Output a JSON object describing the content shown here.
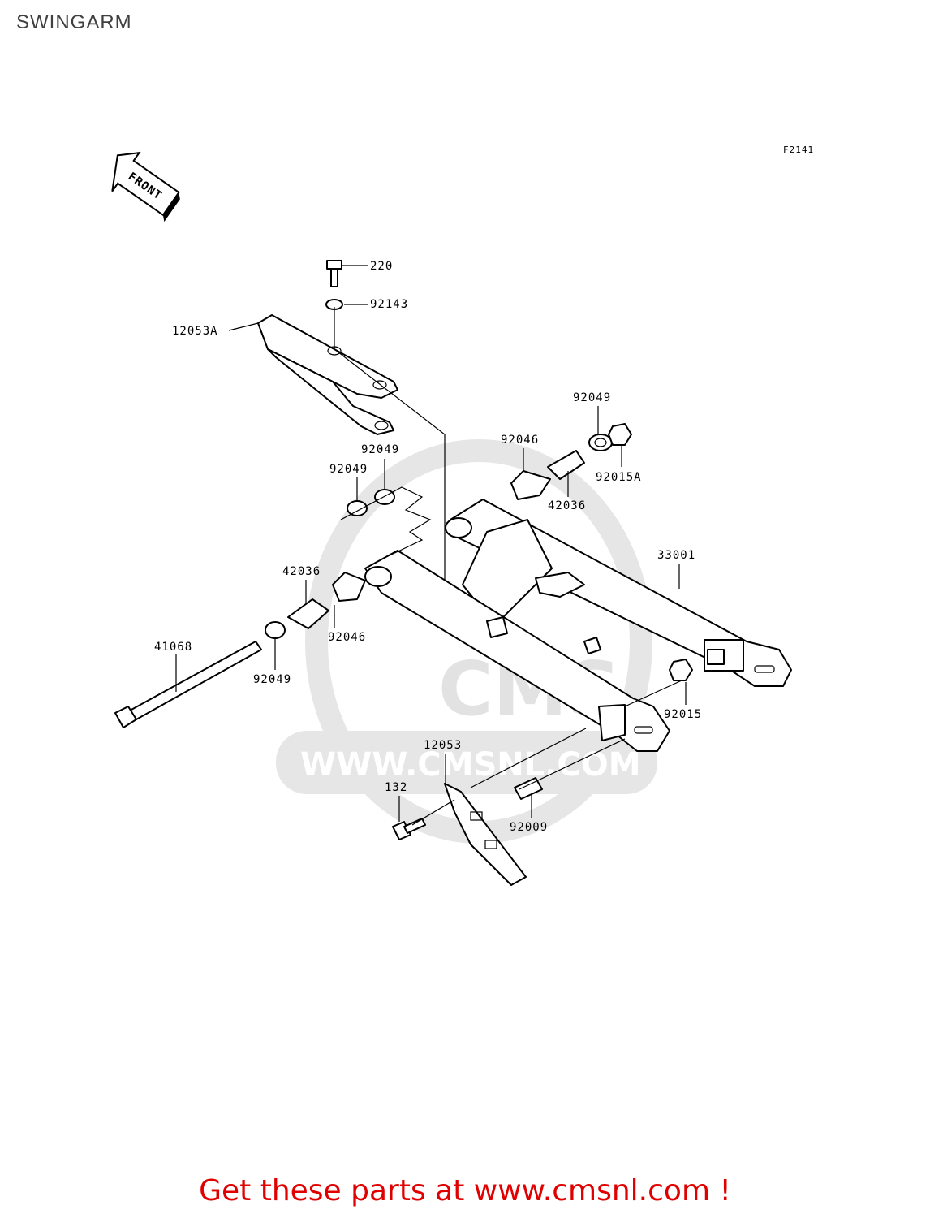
{
  "page": {
    "title": "SWINGARM",
    "figure_code": "F2141",
    "front_indicator": "FRONT",
    "footer_text": "Get these parts at www.cmsnl.com !"
  },
  "watermark": {
    "logo_text": "CMS",
    "url_text": "WWW.CMSNL.COM"
  },
  "callouts": {
    "c220": "220",
    "c92143": "92143",
    "c12053A": "12053A",
    "c92049_top_right": "92049",
    "c92046_top": "92046",
    "c92015A": "92015A",
    "c42036_top": "42036",
    "c92049_mid_a": "92049",
    "c92049_mid_b": "92049",
    "c33001": "33001",
    "c42036_left": "42036",
    "c92046_left": "92046",
    "c41068": "41068",
    "c92049_left": "92049",
    "c92015": "92015",
    "c12053": "12053",
    "c132": "132",
    "c92009": "92009"
  },
  "colors": {
    "footer": "#e00000",
    "watermark": "#e2e2e2",
    "lines": "#000000"
  }
}
